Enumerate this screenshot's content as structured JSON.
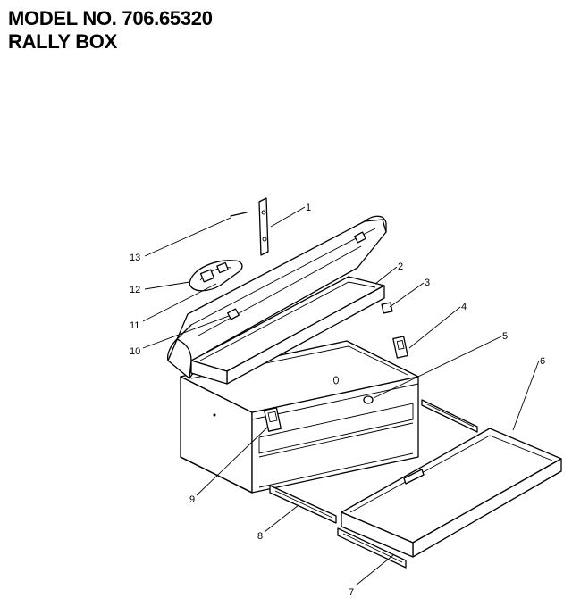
{
  "header": {
    "model": "MODEL NO. 706.65320",
    "name": "RALLY BOX"
  },
  "callouts": [
    {
      "id": "1",
      "text": "1"
    },
    {
      "id": "2",
      "text": "2"
    },
    {
      "id": "3",
      "text": "3"
    },
    {
      "id": "4",
      "text": "4"
    },
    {
      "id": "5",
      "text": "5"
    },
    {
      "id": "6",
      "text": "6"
    },
    {
      "id": "7",
      "text": "7"
    },
    {
      "id": "8",
      "text": "8"
    },
    {
      "id": "9",
      "text": "9"
    },
    {
      "id": "10",
      "text": "10"
    },
    {
      "id": "11",
      "text": "11"
    },
    {
      "id": "12",
      "text": "12"
    },
    {
      "id": "13",
      "text": "13"
    }
  ]
}
